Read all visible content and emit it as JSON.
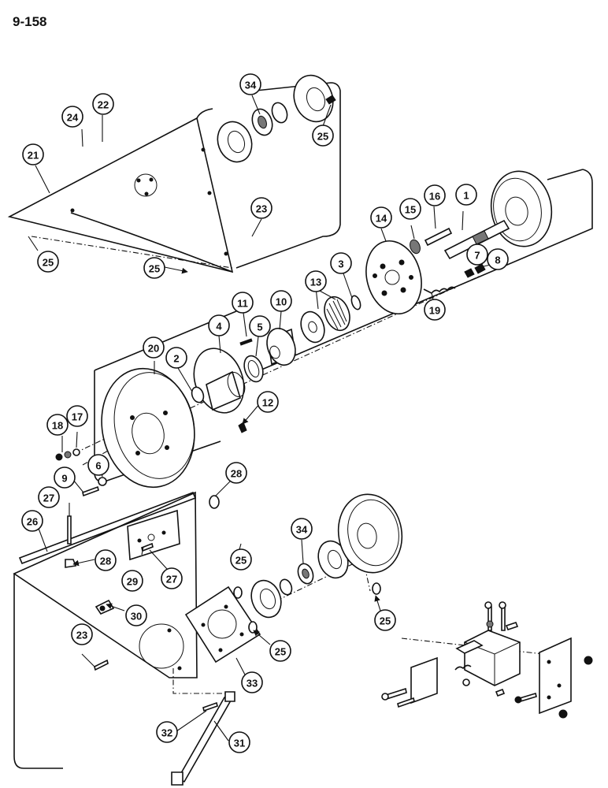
{
  "page": {
    "number": "9-158"
  },
  "callouts": [
    "1",
    "2",
    "3",
    "4",
    "5",
    "6",
    "7",
    "8",
    "9",
    "10",
    "11",
    "12",
    "13",
    "14",
    "15",
    "16",
    "17",
    "18",
    "19",
    "20",
    "21",
    "22",
    "23",
    "24",
    "25",
    "26",
    "27",
    "28",
    "29",
    "30",
    "31",
    "32",
    "33",
    "34"
  ]
}
